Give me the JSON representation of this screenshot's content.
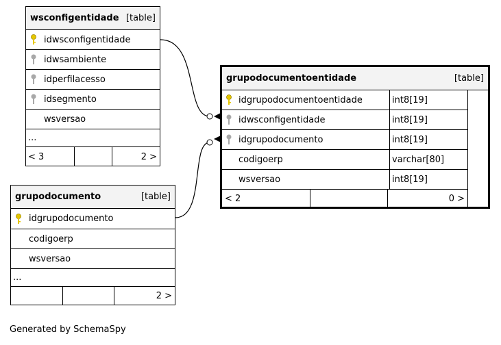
{
  "tables": {
    "wsconfigentidade": {
      "name": "wsconfigentidade",
      "kind": "[table]",
      "columns": [
        {
          "name": "idwsconfigentidade",
          "key": "primary"
        },
        {
          "name": "idwsambiente",
          "key": "foreign"
        },
        {
          "name": "idperfilacesso",
          "key": "foreign"
        },
        {
          "name": "idsegmento",
          "key": "foreign"
        },
        {
          "name": "wsversao",
          "key": ""
        }
      ],
      "ellipsis": "...",
      "footer_left": "< 3",
      "footer_right": "2 >"
    },
    "grupodocumento": {
      "name": "grupodocumento",
      "kind": "[table]",
      "columns": [
        {
          "name": "idgrupodocumento",
          "key": "primary"
        },
        {
          "name": "codigoerp",
          "key": ""
        },
        {
          "name": "wsversao",
          "key": ""
        }
      ],
      "ellipsis": "...",
      "footer_left": "",
      "footer_right": "2 >"
    },
    "grupodocumentoentidade": {
      "name": "grupodocumentoentidade",
      "kind": "[table]",
      "columns": [
        {
          "name": "idgrupodocumentoentidade",
          "type": "int8[19]",
          "key": "primary"
        },
        {
          "name": "idwsconfigentidade",
          "type": "int8[19]",
          "key": "foreign"
        },
        {
          "name": "idgrupodocumento",
          "type": "int8[19]",
          "key": "foreign"
        },
        {
          "name": "codigoerp",
          "type": "varchar[80]",
          "key": ""
        },
        {
          "name": "wsversao",
          "type": "int8[19]",
          "key": ""
        }
      ],
      "footer_left": "< 2",
      "footer_right": "0 >"
    }
  },
  "relationships": [
    {
      "from": "wsconfigentidade.idwsconfigentidade",
      "to": "grupodocumentoentidade.idwsconfigentidade"
    },
    {
      "from": "grupodocumento.idgrupodocumento",
      "to": "grupodocumentoentidade.idgrupodocumento"
    }
  ],
  "colors": {
    "primary_key": "#e6c700",
    "foreign_key": "#a8a8a8",
    "header_bg": "#f3f3f3"
  },
  "footer_caption": "Generated by SchemaSpy"
}
